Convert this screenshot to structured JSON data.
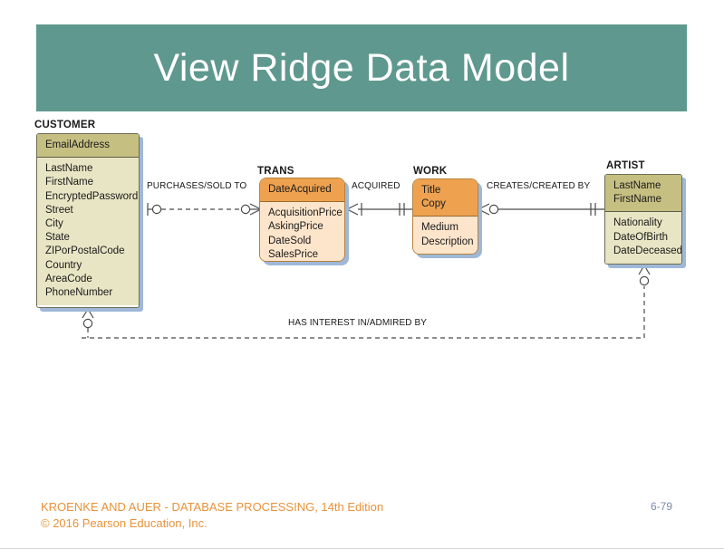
{
  "slide": {
    "title": "View Ridge Data Model",
    "banner_color": "#5f988e",
    "background_color": "#ffffff"
  },
  "diagram": {
    "type": "entity-relationship-diagram",
    "entities": [
      {
        "name": "CUSTOMER",
        "key_attributes": [
          "EmailAddress"
        ],
        "attributes": [
          "LastName",
          "FirstName",
          "EncryptedPassword",
          "Street",
          "City",
          "State",
          "ZIPorPostalCode",
          "Country",
          "AreaCode",
          "PhoneNumber"
        ],
        "header_color": "#c6bf82",
        "body_color": "#e8e5c4"
      },
      {
        "name": "TRANS",
        "key_attributes": [
          "DateAcquired"
        ],
        "attributes": [
          "AcquisitionPrice",
          "AskingPrice",
          "DateSold",
          "SalesPrice"
        ],
        "header_color": "#eea250",
        "body_color": "#fde5cb"
      },
      {
        "name": "WORK",
        "key_attributes": [
          "Title",
          "Copy"
        ],
        "attributes": [
          "Medium",
          "Description"
        ],
        "header_color": "#eea250",
        "body_color": "#fde5cb"
      },
      {
        "name": "ARTIST",
        "key_attributes": [
          "LastName",
          "FirstName"
        ],
        "attributes": [
          "Nationality",
          "DateOfBirth",
          "DateDeceased"
        ],
        "header_color": "#c6bf82",
        "body_color": "#e8e5c4"
      }
    ],
    "relationships": [
      {
        "label": "PURCHASES/SOLD TO",
        "from": "CUSTOMER",
        "to": "TRANS",
        "line_style": "dashed",
        "kind": "non-identifying",
        "from_cardinality": "optional-one",
        "to_cardinality": "optional-many"
      },
      {
        "label": "ACQUIRED",
        "from": "TRANS",
        "to": "WORK",
        "line_style": "solid",
        "kind": "identifying",
        "from_cardinality": "mandatory-many",
        "to_cardinality": "mandatory-one"
      },
      {
        "label": "CREATES/CREATED BY",
        "from": "WORK",
        "to": "ARTIST",
        "line_style": "solid",
        "kind": "identifying",
        "from_cardinality": "optional-many",
        "to_cardinality": "mandatory-one"
      },
      {
        "label": "HAS INTEREST IN/ADMIRED BY",
        "from": "CUSTOMER",
        "to": "ARTIST",
        "line_style": "dashed",
        "kind": "non-identifying-many-to-many",
        "from_cardinality": "optional-many",
        "to_cardinality": "optional-many"
      }
    ]
  },
  "footer": {
    "line1": "KROENKE AND AUER - DATABASE PROCESSING, 14th Edition",
    "line2": "© 2016 Pearson Education, Inc.",
    "slide_number": "6-79",
    "text_color": "#e8923a",
    "number_color": "#7b8aa8"
  }
}
